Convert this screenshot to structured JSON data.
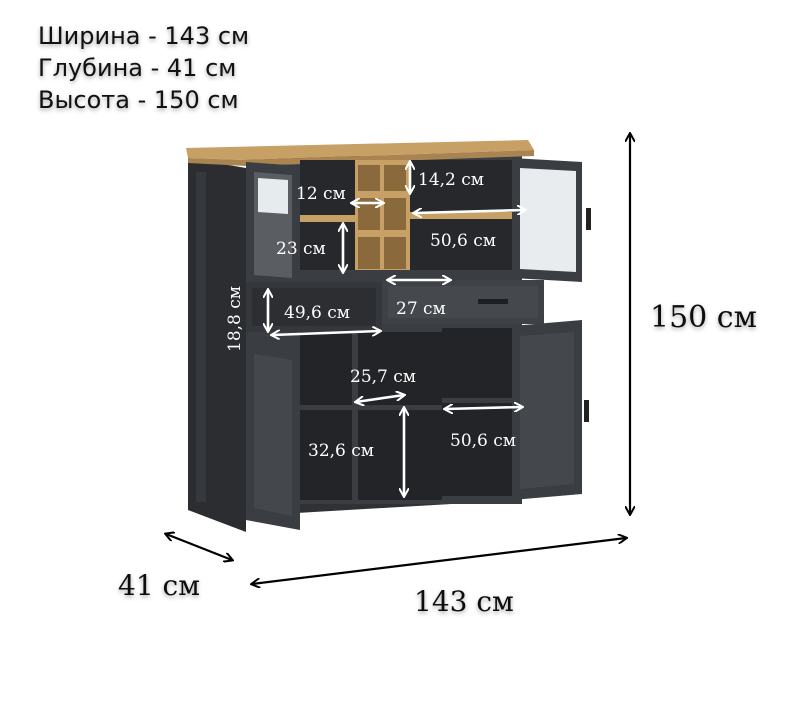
{
  "specs": {
    "width": "Ширина - 143 см",
    "depth": "Глубина - 41 см",
    "height": "Высота -  150 см"
  },
  "dimensions": {
    "overall_height": "150 см",
    "overall_width": "143 см",
    "overall_depth": "41 см",
    "top_shelf_width": "12 см",
    "top_shelf_height": "14,2 см",
    "top_open_height": "23 см",
    "top_right_width": "50,6 см",
    "drawer_height": "18,8 см",
    "left_drawer_width": "49,6 см",
    "middle_drawer_width": "27 см",
    "lower_middle_width": "25,7 см",
    "lower_height": "32,6 см",
    "lower_right_width": "50,6 см"
  },
  "colors": {
    "body": "#3a3d41",
    "body_dark": "#2b2d30",
    "oak": "#c7a066",
    "glass": "#e9ecee"
  }
}
